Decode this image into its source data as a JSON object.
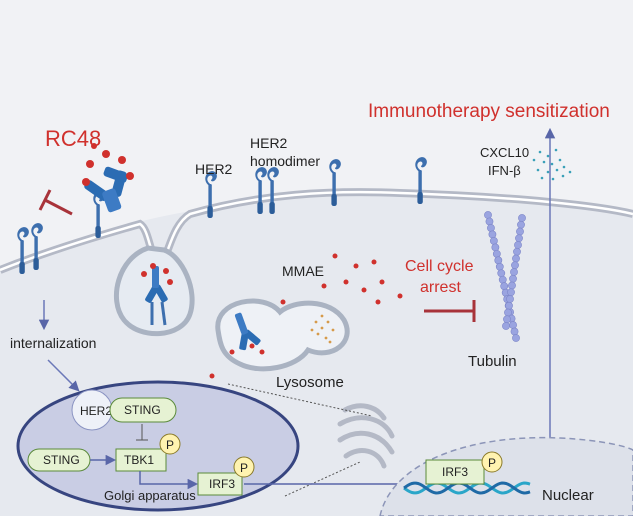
{
  "labels": {
    "rc48": "RC48",
    "her2": "HER2",
    "her2_homodimer_line1": "HER2",
    "her2_homodimer_line2": "homodimer",
    "immunotherapy": "Immunotherapy sensitization",
    "cxcl10": "CXCL10",
    "ifn_beta": "IFN-β",
    "mmae": "MMAE",
    "cell_cycle_line1": "Cell cycle",
    "cell_cycle_line2": "arrest",
    "internalization": "internalization",
    "lysosome": "Lysosome",
    "tubulin": "Tubulin",
    "golgi": "Golgi apparatus",
    "nuclear": "Nuclear",
    "golgi_her2": "HER2",
    "golgi_sting_bound": "STING",
    "sting": "STING",
    "tbk1": "TBK1",
    "irf3_golgi": "IRF3",
    "irf3_nucleus": "IRF3",
    "phospho": "P"
  },
  "colors": {
    "accent_red": "#d0312d",
    "antibody_blue": "#2b6cb3",
    "green_box": "#e6f2d3",
    "green_border": "#5a8a3a",
    "phospho_fill": "#fff3b0",
    "golgi_fill": "#c9cde4",
    "tubulin": "#9aa4e0",
    "cytoplasm": "#e6e9ef",
    "extracellular": "#f1f2f5"
  }
}
